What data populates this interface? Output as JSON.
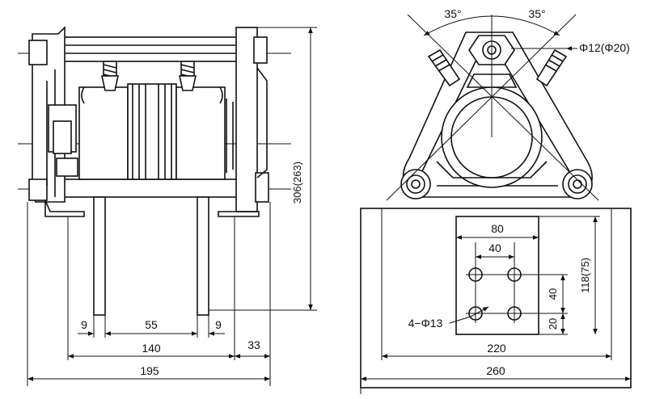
{
  "dimensions": {
    "width_195": "195",
    "width_140": "140",
    "width_55": "55",
    "gap_9_left": "9",
    "gap_9_right": "9",
    "offset_33": "33",
    "height_306": "306(263)",
    "angle_left": "35°",
    "angle_right": "35°",
    "bore_dia": "Φ12(Φ20)",
    "plate_80": "80",
    "holes_40_h": "40",
    "holes_40_v": "40",
    "holes_20": "20",
    "plate_118": "118(75)",
    "holes_spec": "4−Φ13",
    "width_220": "220",
    "width_260": "260"
  }
}
